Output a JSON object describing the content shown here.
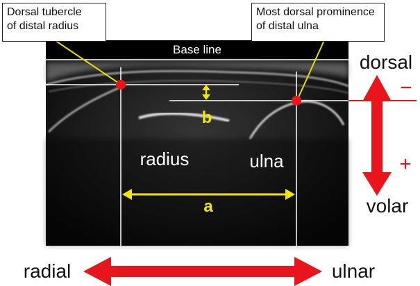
{
  "callouts": {
    "left_line1": "Dorsal tubercle",
    "left_line2": "of distal radius",
    "right_line1": "Most dorsal prominence",
    "right_line2": "of distal ulna"
  },
  "labels": {
    "base_line": "Base line",
    "radius": "radius",
    "ulna": "ulna",
    "a": "a",
    "b": "b",
    "dorsal": "dorsal",
    "volar": "volar",
    "minus": "−",
    "plus": "+",
    "radial": "radial",
    "ulnar": "ulnar"
  },
  "colors": {
    "arrow_red": "#e8161c",
    "measure_yellow": "#f2e600",
    "marker_red": "#e8161c",
    "guide_white": "#ffffff",
    "leader_yellow": "#e6dc00"
  }
}
